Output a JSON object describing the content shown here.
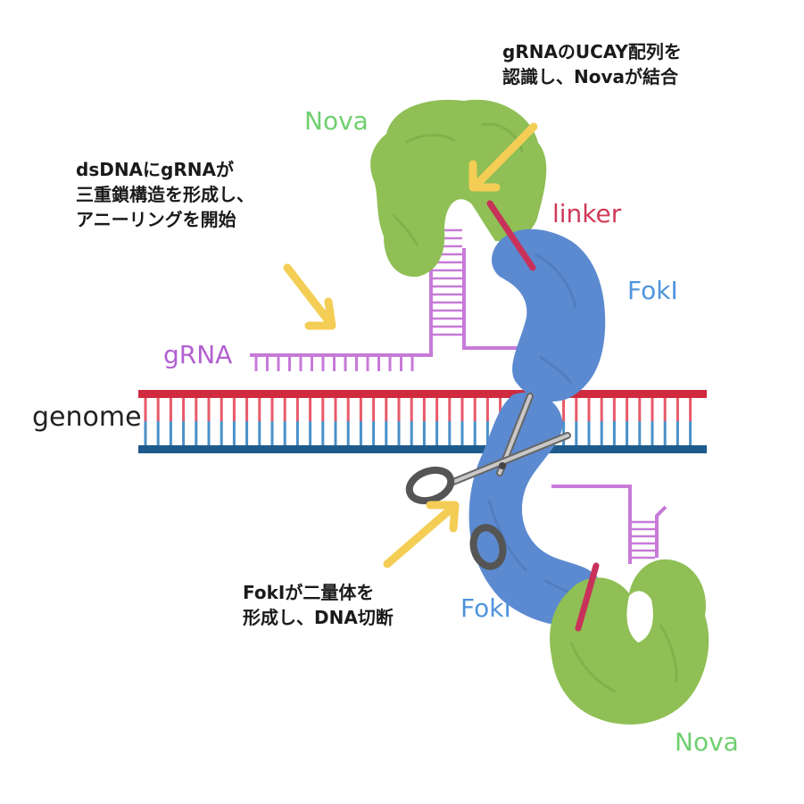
{
  "labels": {
    "genome": "genome",
    "grna": "gRNA",
    "nova_top": "Nova",
    "nova_bottom": "Nova",
    "linker": "linker",
    "foki_top": "FokI",
    "foki_bottom": "FokI"
  },
  "annotations": {
    "top_right": [
      "gRNAのUCAY配列を",
      "認識し、Novaが結合"
    ],
    "left": [
      "dsDNAにgRNAが",
      "三重鎖構造を形成し、",
      "アニーリングを開始"
    ],
    "bottom": [
      "FokIが二量体を",
      "形成し、DNA切断"
    ]
  },
  "colors": {
    "strand_top": "#cf2a3d",
    "strand_bottom": "#1f5a8c",
    "rung_top": "#e85a6a",
    "rung_bottom": "#4a90c8",
    "grna": "#c77ad8",
    "nova": "#8fbf55",
    "foki": "#5c8ad0",
    "linker": "#c8325a",
    "arrow": "#f4cd55",
    "label_green": "#6fcf6f",
    "label_blue": "#4f95dd",
    "label_purple": "#b260d0",
    "label_red": "#d03a5a"
  },
  "icons": [
    "scissors-icon",
    "arrow-icon"
  ]
}
